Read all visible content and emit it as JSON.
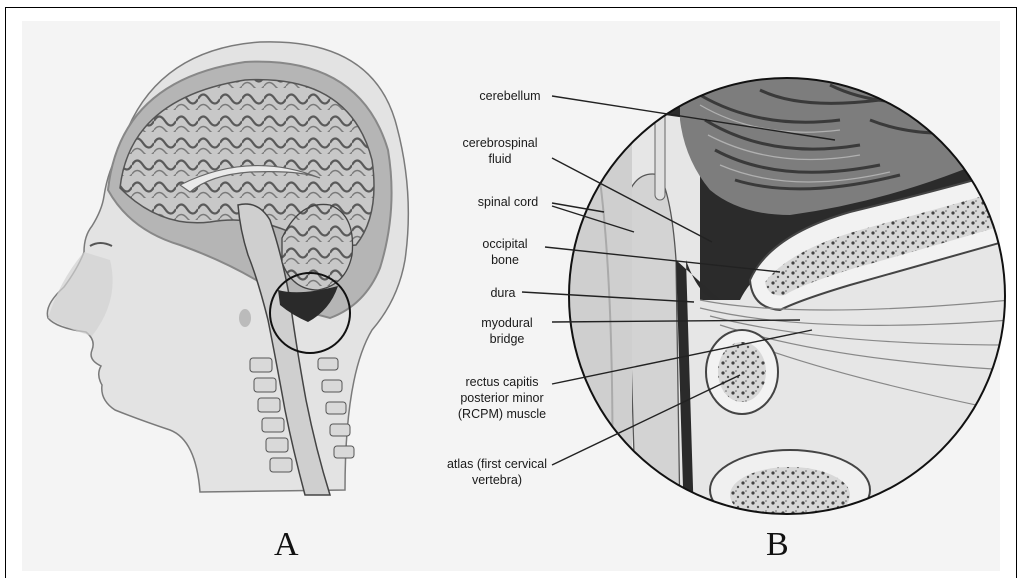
{
  "panels": {
    "a_label": "A",
    "b_label": "B"
  },
  "labels": {
    "cerebellum": "cerebellum",
    "csf": "cerebrospinal\nfluid",
    "spinal_cord": "spinal cord",
    "occipital_bone": "occipital\nbone",
    "dura": "dura",
    "myodural_bridge": "myodural\nbridge",
    "rcpm": "rectus capitis\nposterior minor\n(RCPM) muscle",
    "atlas": "atlas (first cervical\nvertebra)"
  },
  "colors": {
    "background": "#f4f4f4",
    "bone": "#d9d9d9",
    "dark_tissue": "#2a2a2a",
    "skin": "#e2e2e2",
    "brain": "#bdbdbd"
  }
}
